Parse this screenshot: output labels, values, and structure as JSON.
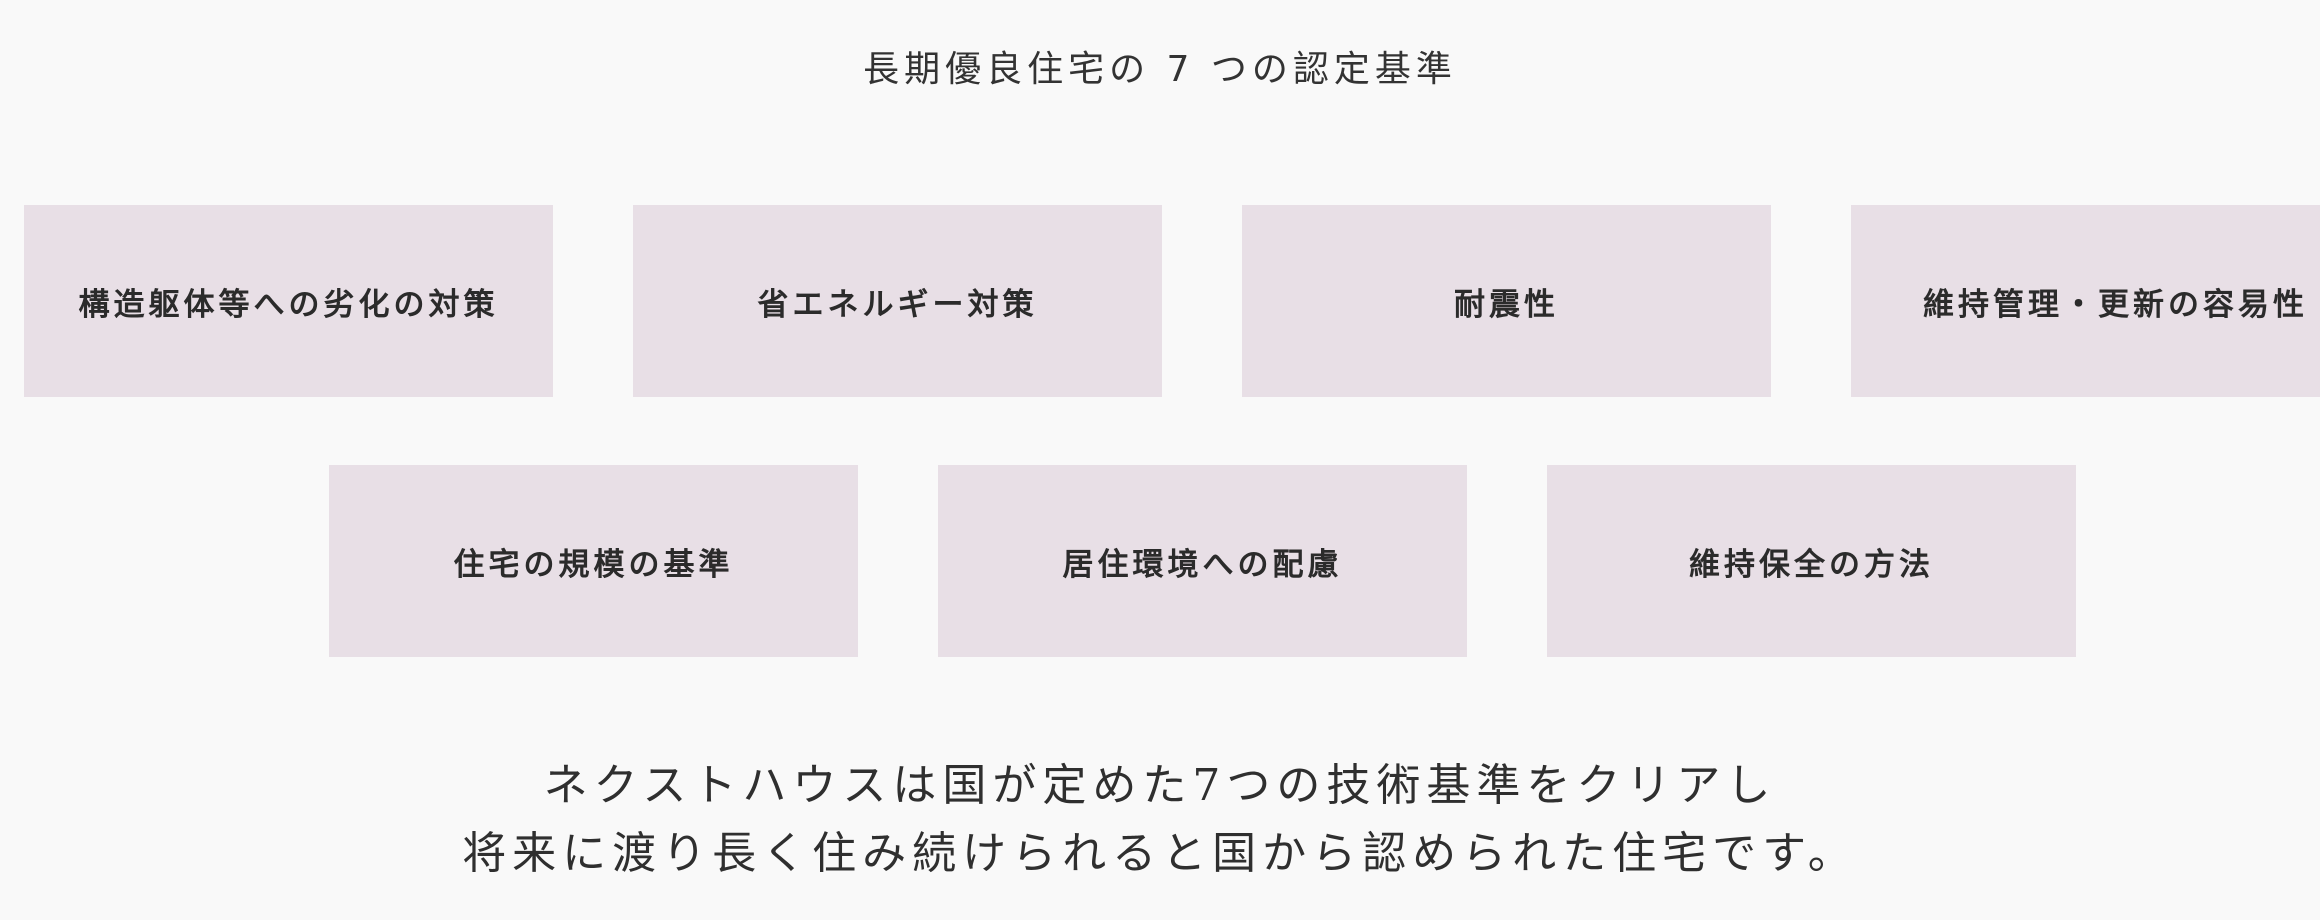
{
  "heading": "長期優良住宅の 7 つの認定基準",
  "criteria_row1": [
    "構造躯体等への劣化の対策",
    "省エネルギー対策",
    "耐震性",
    "維持管理・更新の容易性"
  ],
  "criteria_row2": [
    "住宅の規模の基準",
    "居住環境への配慮",
    "維持保全の方法"
  ],
  "description": {
    "line1": "ネクストハウスは国が定めた7つの技術基準をクリアし",
    "line2": "将来に渡り長く住み続けられると国から認められた住宅です。"
  },
  "colors": {
    "background": "#f9f9f9",
    "card": "#e8dfe6",
    "text": "#2b2b2b"
  }
}
